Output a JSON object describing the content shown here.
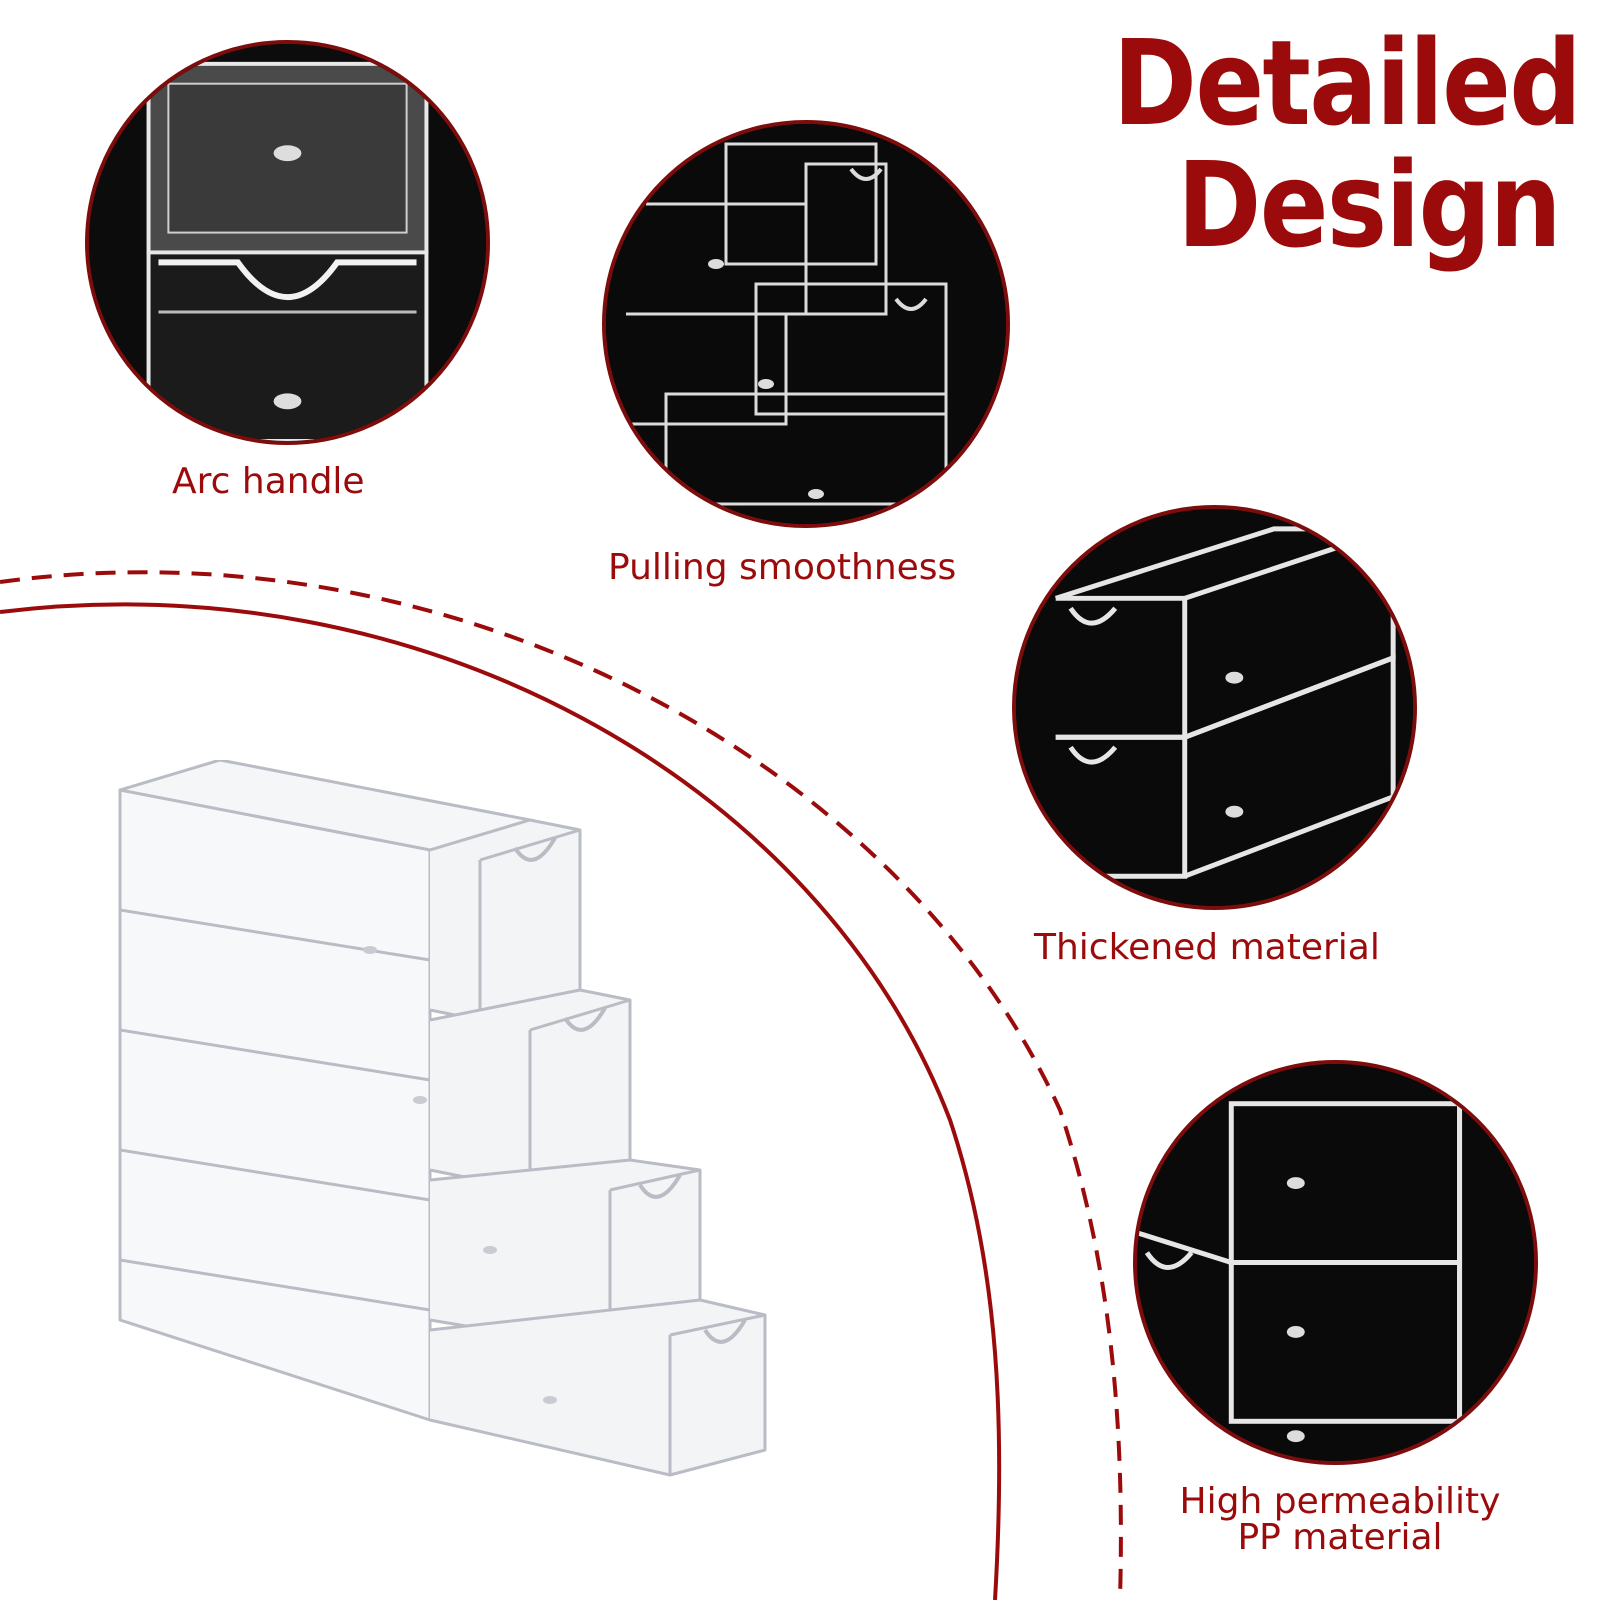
{
  "heading": {
    "line1": "Detailed",
    "line2": "Design"
  },
  "features": [
    {
      "label": "Arc handle"
    },
    {
      "label": "Pulling smoothness"
    },
    {
      "label": "Thickened material"
    },
    {
      "label": "High permeability",
      "label2": "PP material"
    }
  ],
  "colors": {
    "accent": "#9c0b0b",
    "ring": "#7d0d0d",
    "photo_bg": "#000000"
  }
}
